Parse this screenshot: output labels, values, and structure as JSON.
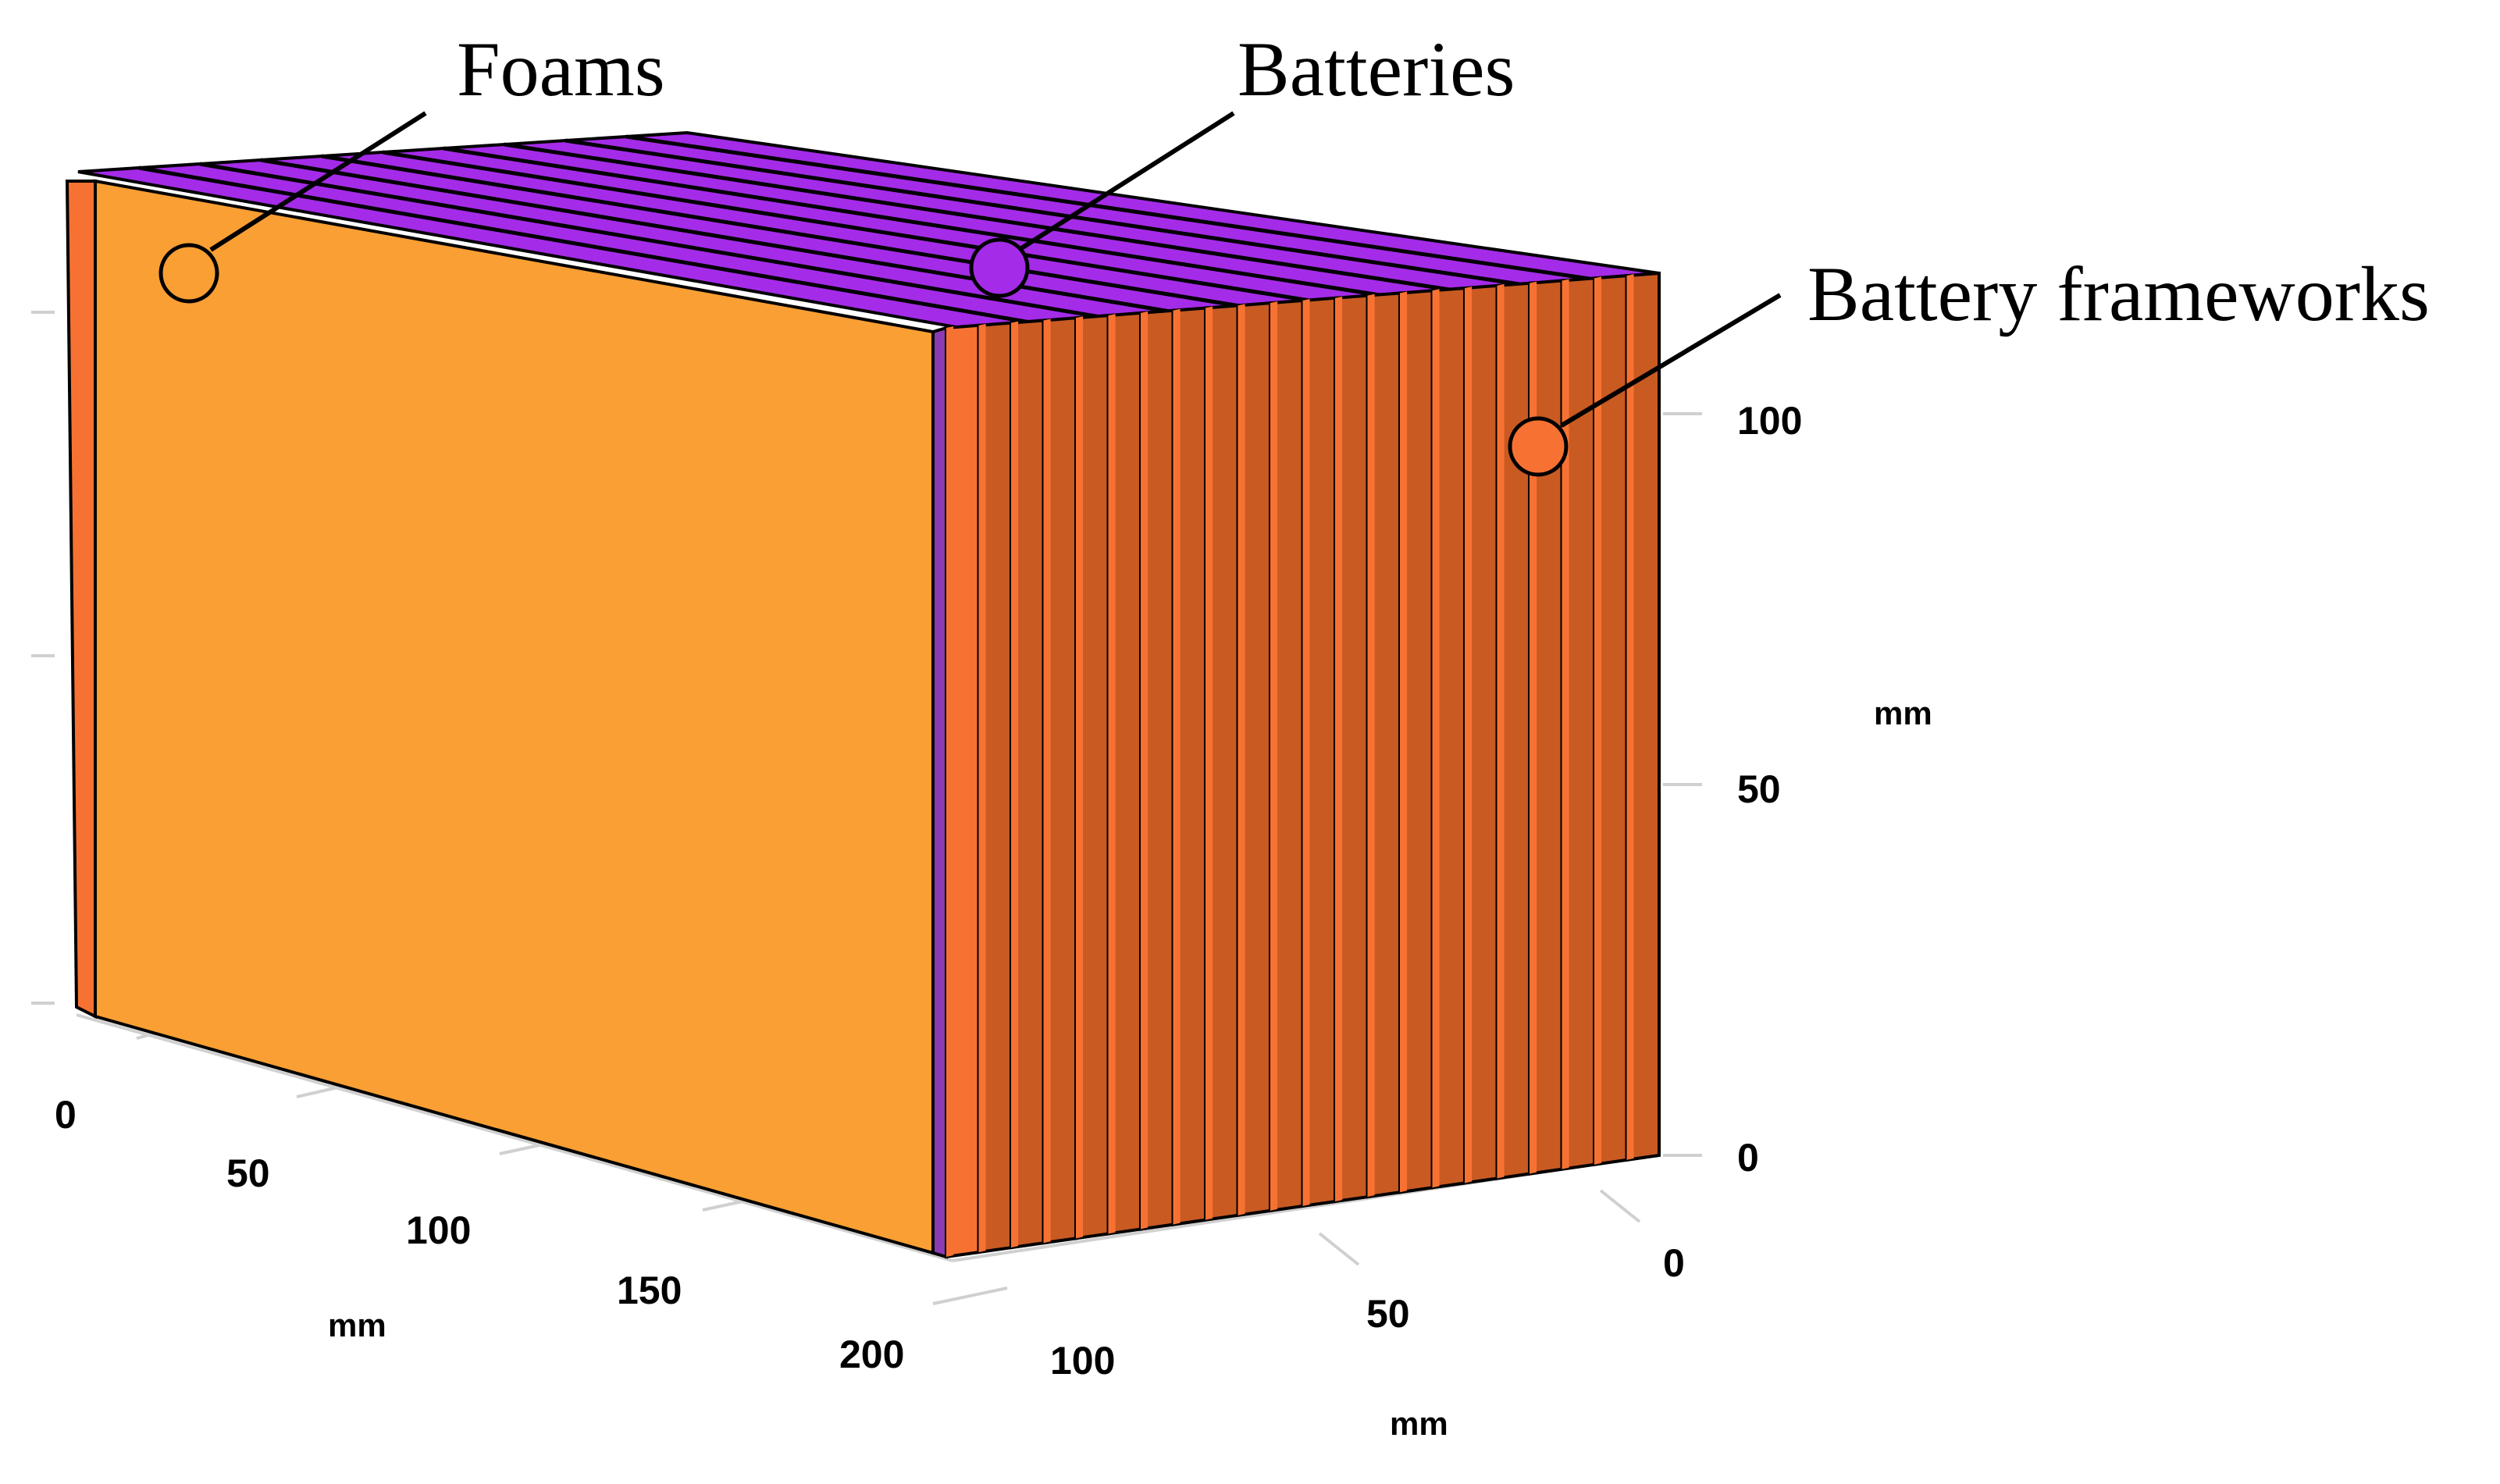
{
  "callouts": {
    "foams": "Foams",
    "batteries": "Batteries",
    "frameworks": "Battery frameworks"
  },
  "axes": {
    "length": {
      "ticks": [
        "0",
        "50",
        "100",
        "150",
        "200"
      ],
      "unit": "mm"
    },
    "width": {
      "ticks": [
        "0",
        "50",
        "100"
      ],
      "unit": "mm"
    },
    "height": {
      "ticks": [
        "0",
        "50",
        "100"
      ],
      "unit": "mm"
    }
  },
  "model": {
    "framework_count": 22,
    "battery_count": 10
  },
  "colors": {
    "foam": "#F99F33",
    "framework_face": "#C85A22",
    "framework_edge": "#F77232",
    "battery_top": "#A42BE8",
    "grid": "#d0d0d0",
    "outline": "#000000"
  }
}
